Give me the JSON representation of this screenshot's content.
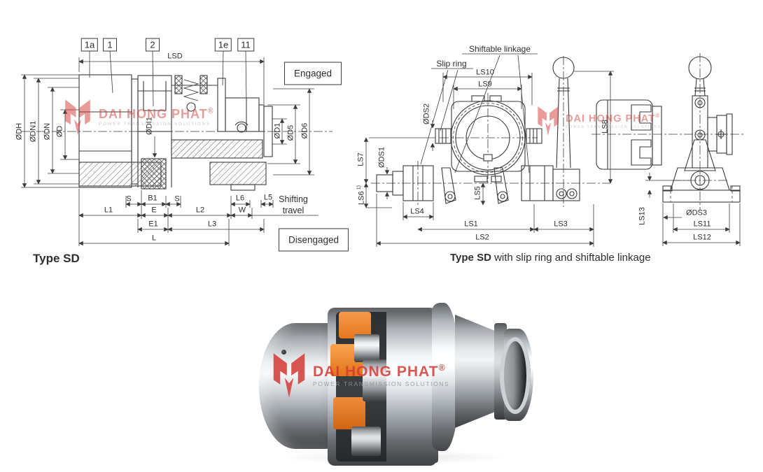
{
  "watermark": {
    "brand": "DAI HONG PHAT",
    "reg": "®",
    "tagline": "POWER TRANSMISSION SOLUTIONS"
  },
  "left": {
    "caption": "Type SD",
    "parts": [
      "1a",
      "1",
      "2",
      "1e",
      "11"
    ],
    "lsd": "LSD",
    "engaged": "Engaged",
    "disengaged": "Disengaged",
    "dia": {
      "dh": "ØDH",
      "dn1": "ØDN1",
      "dn": "ØDN",
      "d": "ØD",
      "di1": "ØDI1",
      "d1": "ØD1",
      "d5": "ØD5",
      "d6": "ØD6"
    },
    "dims": {
      "s1": "S",
      "b1": "B1",
      "s2": "S",
      "l6": "L6",
      "l5": "L5",
      "shifting": "Shifting",
      "travel": "travel",
      "l1": "L1",
      "e": "E",
      "l2": "L2",
      "w": "W",
      "e1": "E1",
      "l3": "L3",
      "l": "L"
    }
  },
  "right": {
    "caption_bold": "Type SD",
    "caption_rest": " with slip ring and shiftable linkage",
    "callout_linkage": "Shiftable linkage",
    "callout_slipring": "Slip ring",
    "dims": {
      "ls10": "LS10",
      "ls9": "LS9",
      "ds2": "ØDS2",
      "ds1": "ØDS1",
      "ls7": "LS7",
      "ls6": "LS6",
      "ls6_sup": "1)",
      "ls5": "LS5",
      "ls8": "LS8",
      "ls4": "LS4",
      "ls1": "LS1",
      "ls3": "LS3",
      "ls2": "LS2",
      "ls13": "LS13",
      "ds3": "ØDS3",
      "ls11": "LS11",
      "ls12": "LS12"
    }
  },
  "colors": {
    "line": "#3b3b3b",
    "brand_red": "#d43a35",
    "spider_orange": "#e87a20"
  }
}
